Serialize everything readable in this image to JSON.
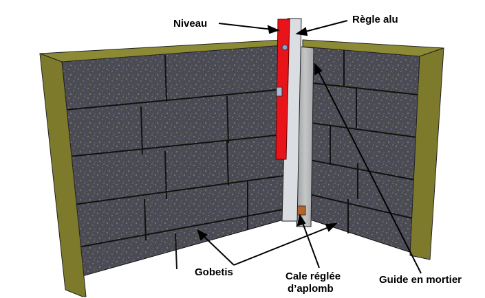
{
  "labels": {
    "niveau": "Niveau",
    "regle_alu": "Règle alu",
    "gobetis": "Gobetis",
    "cale_line1": "Cale réglée",
    "cale_line2": "d’aplomb",
    "guide": "Guide en mortier"
  },
  "colors": {
    "wall": "#4b4b55",
    "wood": "#7d7a2c",
    "level": "#e8141a",
    "ruler": "#d9dde2",
    "guide": "#b4b6b8",
    "shim": "#b5652c"
  }
}
